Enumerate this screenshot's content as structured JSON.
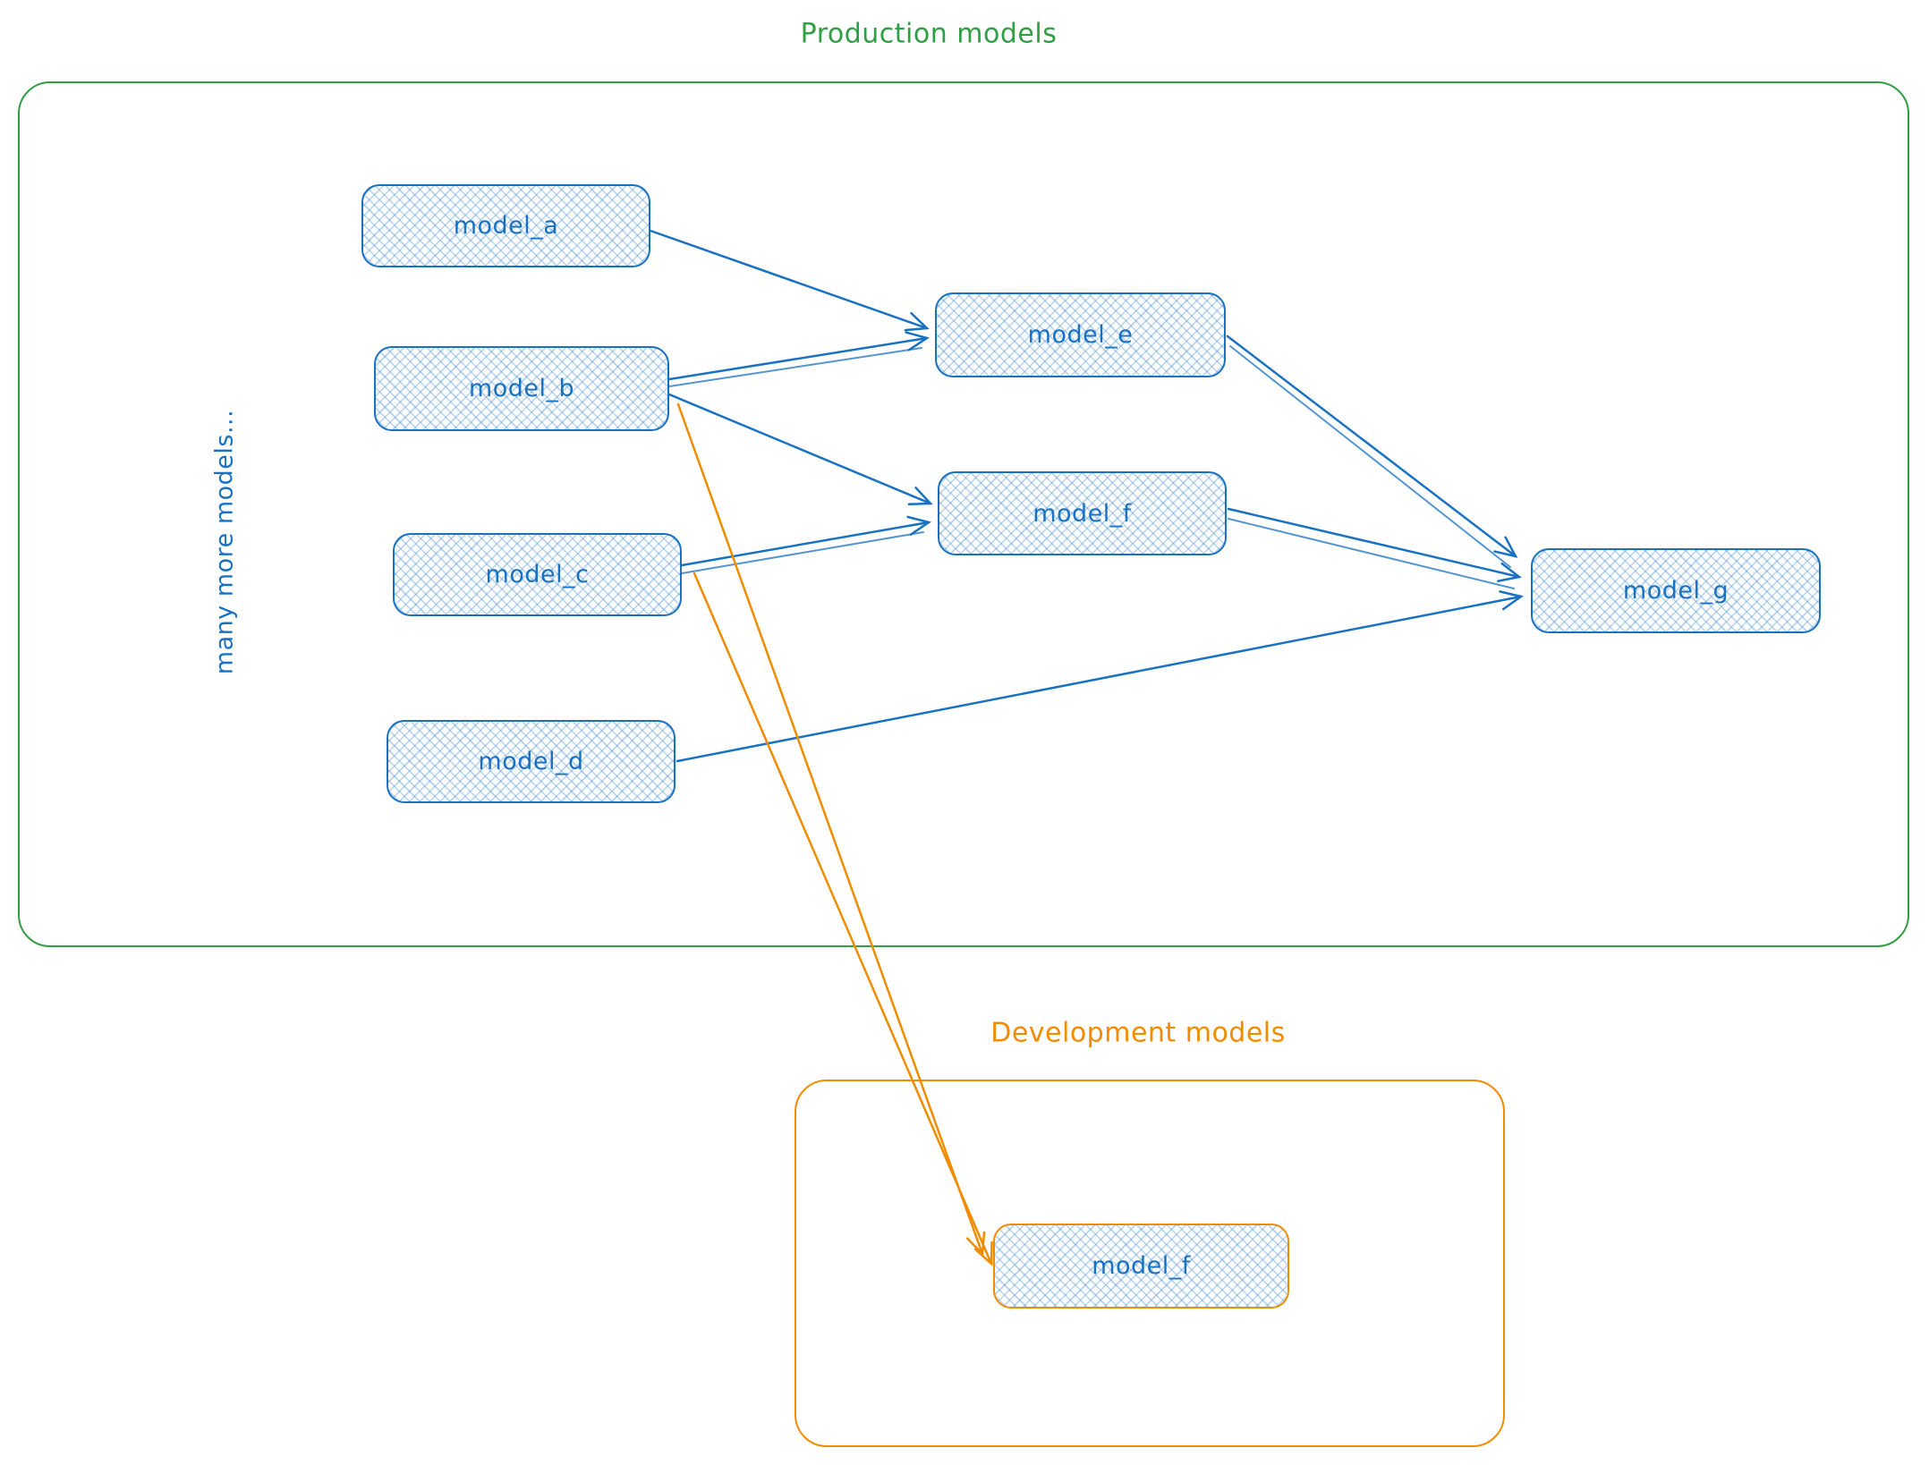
{
  "production_group": {
    "title": "Production models",
    "title_color": "#2f9e44",
    "border_color": "#2f9e44",
    "side_label": "many more models...",
    "nodes": [
      {
        "id": "model_a",
        "label": "model_a"
      },
      {
        "id": "model_b",
        "label": "model_b"
      },
      {
        "id": "model_c",
        "label": "model_c"
      },
      {
        "id": "model_d",
        "label": "model_d"
      },
      {
        "id": "model_e",
        "label": "model_e"
      },
      {
        "id": "model_f",
        "label": "model_f"
      },
      {
        "id": "model_g",
        "label": "model_g"
      }
    ]
  },
  "development_group": {
    "title": "Development models",
    "title_color": "#f08c00",
    "border_color": "#f08c00",
    "nodes": [
      {
        "id": "model_f_dev",
        "label": "model_f",
        "border_color": "#f08c00"
      }
    ]
  },
  "node_style": {
    "border_color": "#1971c2",
    "text_color": "#1971c2",
    "fill_pattern": "cross-hatch",
    "fill_color": "#dbe9f8"
  },
  "edges": [
    {
      "from": "model_a",
      "to": "model_e",
      "color": "#1971c2"
    },
    {
      "from": "model_b",
      "to": "model_e",
      "color": "#1971c2"
    },
    {
      "from": "model_b",
      "to": "model_f",
      "color": "#1971c2"
    },
    {
      "from": "model_c",
      "to": "model_f",
      "color": "#1971c2"
    },
    {
      "from": "model_d",
      "to": "model_g",
      "color": "#1971c2"
    },
    {
      "from": "model_e",
      "to": "model_g",
      "color": "#1971c2"
    },
    {
      "from": "model_f",
      "to": "model_g",
      "color": "#1971c2"
    },
    {
      "from": "model_b",
      "to": "model_f_dev",
      "color": "#f08c00"
    },
    {
      "from": "model_c",
      "to": "model_f_dev",
      "color": "#f08c00"
    }
  ]
}
